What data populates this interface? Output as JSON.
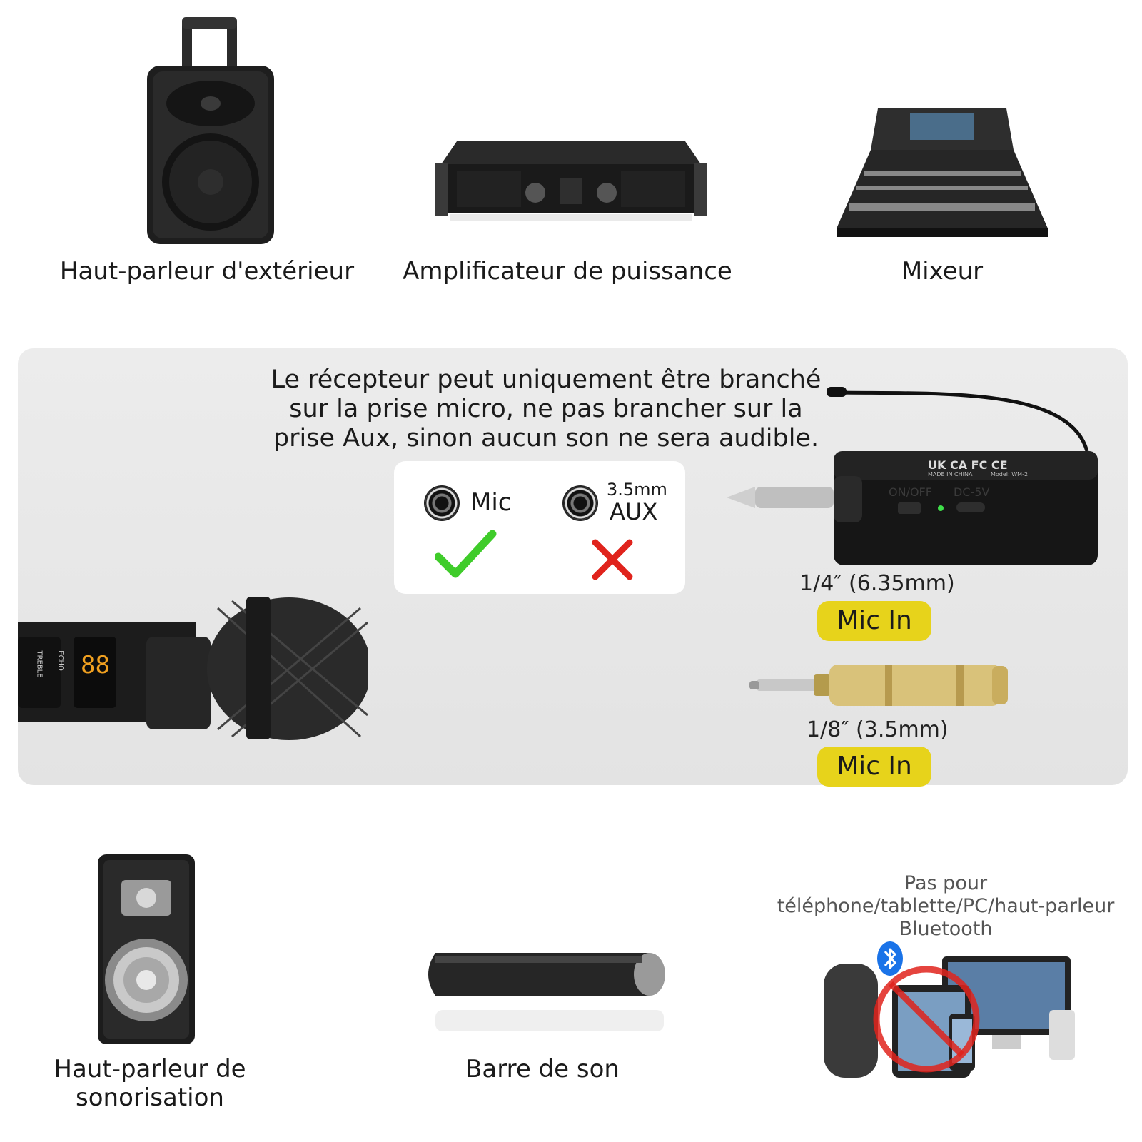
{
  "top_devices": [
    {
      "label": "Haut-parleur d'extérieur",
      "icon": "outdoor-speaker-icon"
    },
    {
      "label": "Amplificateur de puissance",
      "icon": "power-amplifier-icon"
    },
    {
      "label": "Mixeur",
      "icon": "mixer-console-icon"
    }
  ],
  "notice": {
    "line1": "Le récepteur peut uniquement être branché",
    "line2": "sur la prise micro, ne pas brancher sur la",
    "line3": "prise Aux, sinon aucun son ne sera audible."
  },
  "ports": {
    "mic_label": "Mic",
    "aux_size": "3.5mm",
    "aux_label": "AUX",
    "mic_ok_icon": "check-icon",
    "aux_no_icon": "cross-icon"
  },
  "receiver": {
    "markings": "UK CA FC CE",
    "made_in": "MADE IN CHINA",
    "model": "Model: WM-2",
    "on_off": "ON/OFF",
    "dc": "DC-5V"
  },
  "microphone": {
    "echo": "ECHO",
    "treble": "TREBLE",
    "display": "88"
  },
  "connectors": [
    {
      "size": "1/4″ (6.35mm)",
      "badge": "Mic In"
    },
    {
      "size": "1/8″ (3.5mm)",
      "badge": "Mic In"
    }
  ],
  "bottom_devices": [
    {
      "label_line1": "Haut-parleur de",
      "label_line2": "sonorisation",
      "icon": "pa-speaker-icon"
    },
    {
      "label_line1": "Barre de son",
      "icon": "soundbar-icon"
    }
  ],
  "not_for": {
    "line1": "Pas pour",
    "line2": "téléphone/tablette/PC/haut-parleur",
    "line3": "Bluetooth"
  },
  "colors": {
    "badge": "#e7d31b",
    "check": "#3fcc2a",
    "cross": "#e0231c",
    "prohibit": "#e0231c",
    "bluetooth": "#1a73e8"
  }
}
